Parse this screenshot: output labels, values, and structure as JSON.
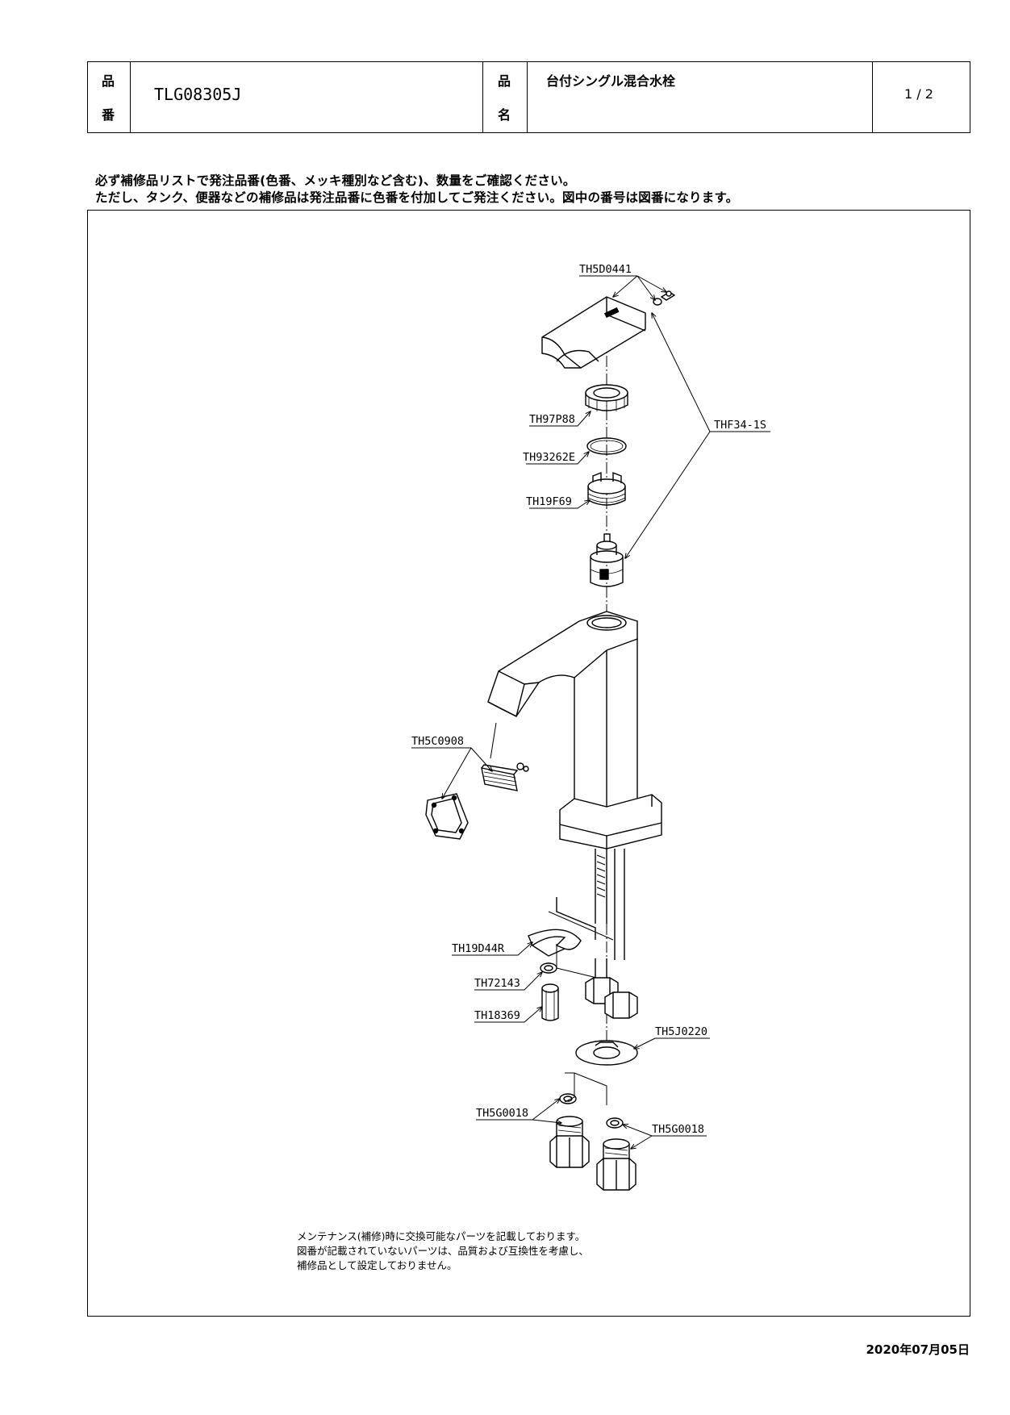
{
  "header": {
    "product_number_label_1": "品",
    "product_number_label_2": "番",
    "product_number": "TLG08305J",
    "product_name_label_1": "品",
    "product_name_label_2": "名",
    "product_name": "台付シングル混合水栓",
    "page": "1 / 2"
  },
  "notice": {
    "line1": "必ず補修品リストで発注品番(色番、メッキ種別など含む)、数量をご確認ください。",
    "line2": "ただし、タンク、便器などの補修品は発注品番に色番を付加してご発注ください。図中の番号は図番になります。"
  },
  "parts": [
    {
      "id": "p1",
      "label": "TH5D0441"
    },
    {
      "id": "p2",
      "label": "THF34-1S"
    },
    {
      "id": "p3",
      "label": "TH97P88"
    },
    {
      "id": "p4",
      "label": "TH93262E"
    },
    {
      "id": "p5",
      "label": "TH19F69"
    },
    {
      "id": "p6",
      "label": "TH5C0908"
    },
    {
      "id": "p7",
      "label": "TH19D44R"
    },
    {
      "id": "p8",
      "label": "TH72143"
    },
    {
      "id": "p9",
      "label": "TH18369"
    },
    {
      "id": "p10",
      "label": "TH5J0220"
    },
    {
      "id": "p11",
      "label": "TH5G0018"
    },
    {
      "id": "p12",
      "label": "TH5G0018"
    }
  ],
  "footnote": {
    "line1": "メンテナンス(補修)時に交換可能なパーツを記載しております。",
    "line2": "図番が記載されていないパーツは、品質および互換性を考慮し、",
    "line3": "補修品として設定しておりません。"
  },
  "date": "2020年07月05日"
}
